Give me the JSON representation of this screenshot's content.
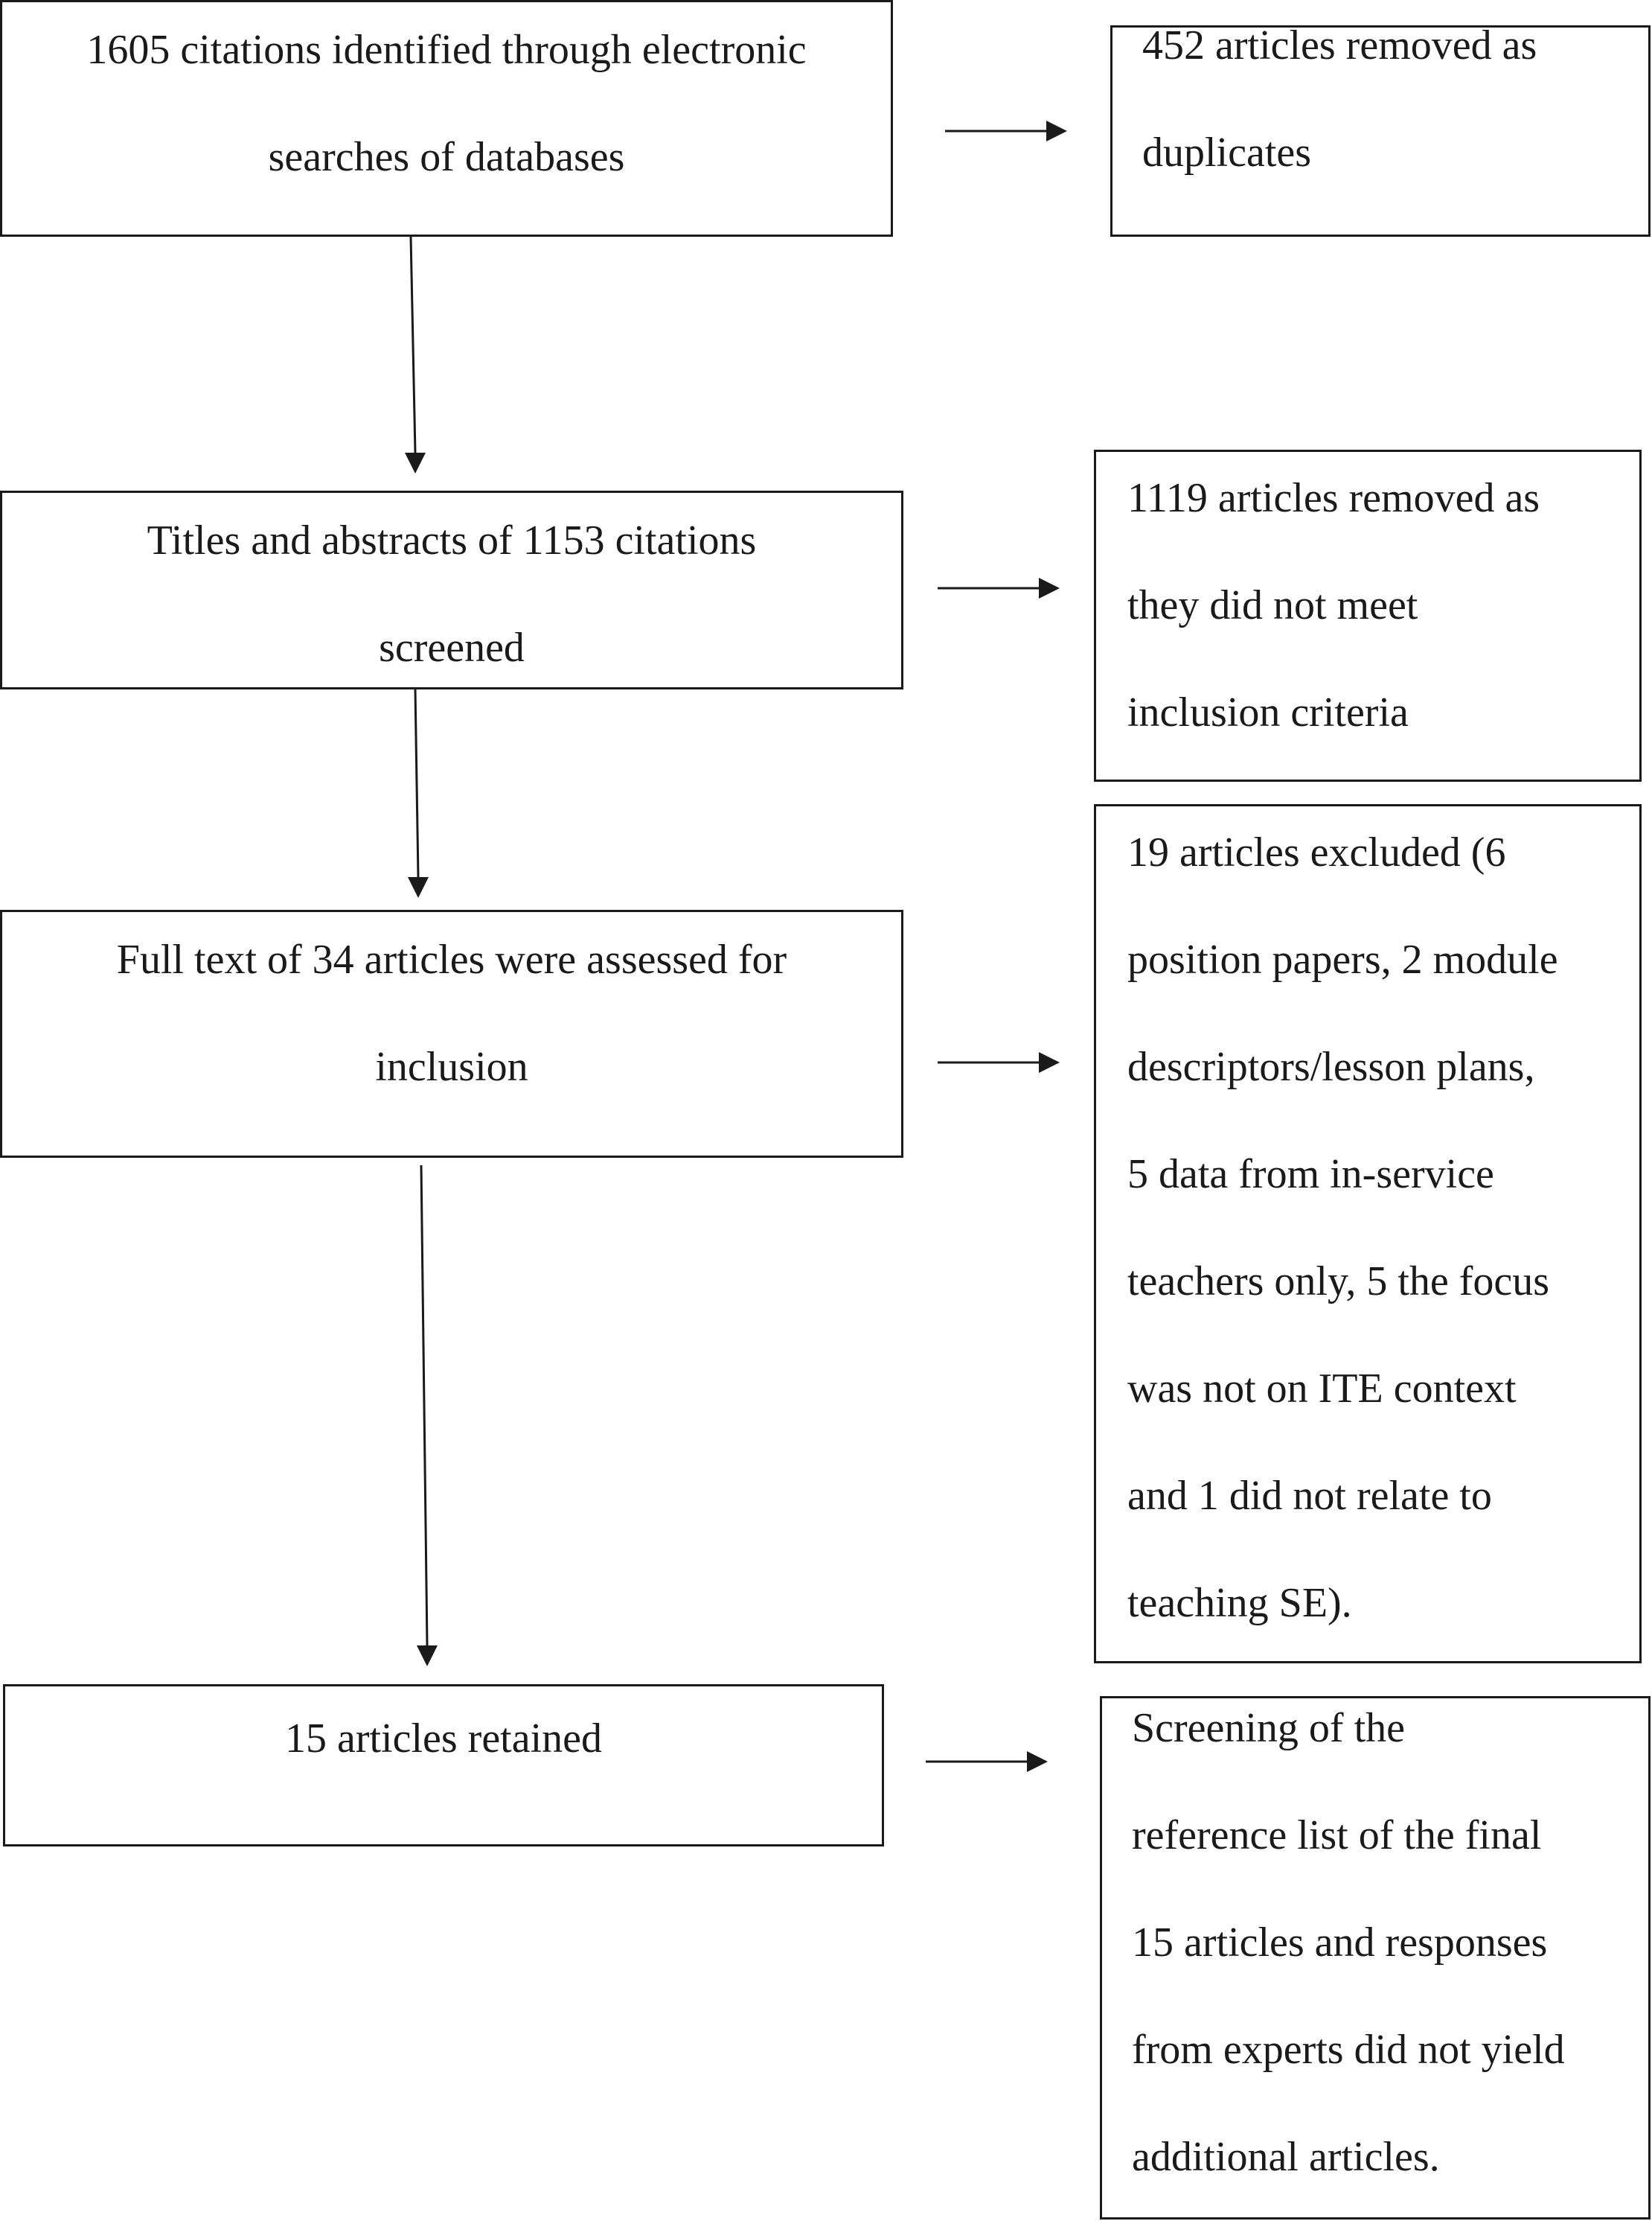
{
  "diagram": {
    "left_boxes": [
      {
        "lines": [
          "1605 citations identified through electronic",
          "searches of databases"
        ]
      },
      {
        "lines": [
          "Titles and abstracts of 1153 citations",
          "screened"
        ]
      },
      {
        "lines": [
          "Full text of 34 articles were assessed for",
          "inclusion"
        ]
      },
      {
        "lines": [
          "15 articles retained"
        ]
      }
    ],
    "right_boxes": [
      {
        "lines": [
          "452 articles removed as",
          "duplicates"
        ]
      },
      {
        "lines": [
          "1119 articles removed as",
          "they did not meet",
          "inclusion criteria"
        ]
      },
      {
        "lines": [
          "19 articles excluded (6",
          "position papers, 2 module",
          "descriptors/lesson plans,",
          "5 data from in-service",
          "teachers only, 5 the focus",
          "was not on ITE context",
          "and 1 did not relate to",
          "teaching SE)."
        ]
      },
      {
        "lines": [
          "Screening of the",
          "reference list of the final",
          "15 articles and responses",
          "from experts did not yield",
          "additional articles."
        ]
      }
    ],
    "line_color": "#1a1a1a"
  }
}
